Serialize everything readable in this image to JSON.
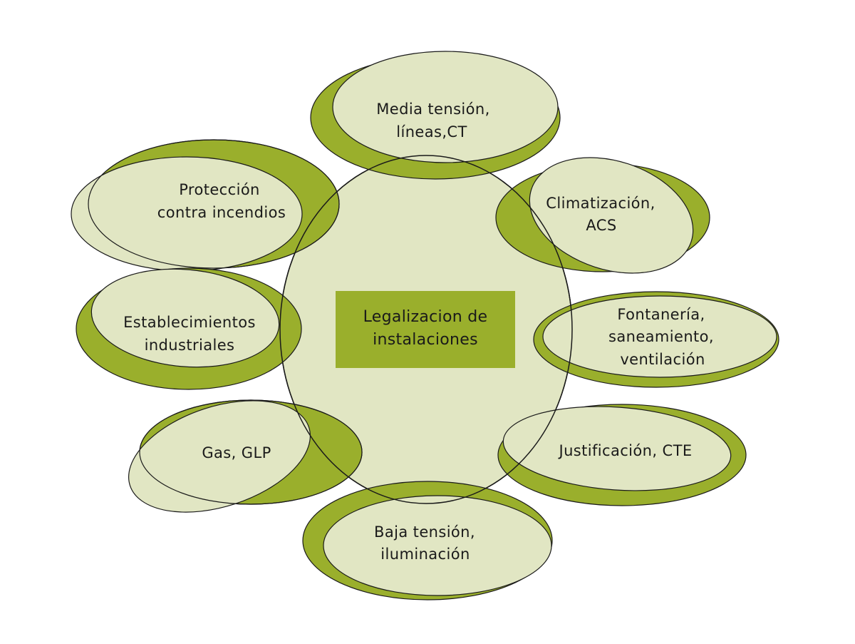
{
  "colors": {
    "dark_green": "#9aaf2c",
    "light_green": "#e1e6c3",
    "outline": "#1a1a1a",
    "background": "#ffffff"
  },
  "center": {
    "line1": "Legalizacion de",
    "line2": "instalaciones"
  },
  "nodes": {
    "media_tension": {
      "lines": [
        "Media tensión,",
        "líneas,CT"
      ]
    },
    "climatizacion": {
      "lines": [
        "Climatización,",
        "ACS"
      ]
    },
    "fontaneria": {
      "lines": [
        "Fontanería,",
        "saneamiento,",
        "ventilación"
      ]
    },
    "justificacion": {
      "lines": [
        "Justificación, CTE"
      ]
    },
    "baja_tension": {
      "lines": [
        "Baja tensión,",
        "iluminación"
      ]
    },
    "gas": {
      "lines": [
        "Gas, GLP"
      ]
    },
    "establecimientos": {
      "lines": [
        "Establecimientos",
        "industriales"
      ]
    },
    "proteccion": {
      "lines": [
        "Protección",
        "contra incendios"
      ]
    }
  }
}
